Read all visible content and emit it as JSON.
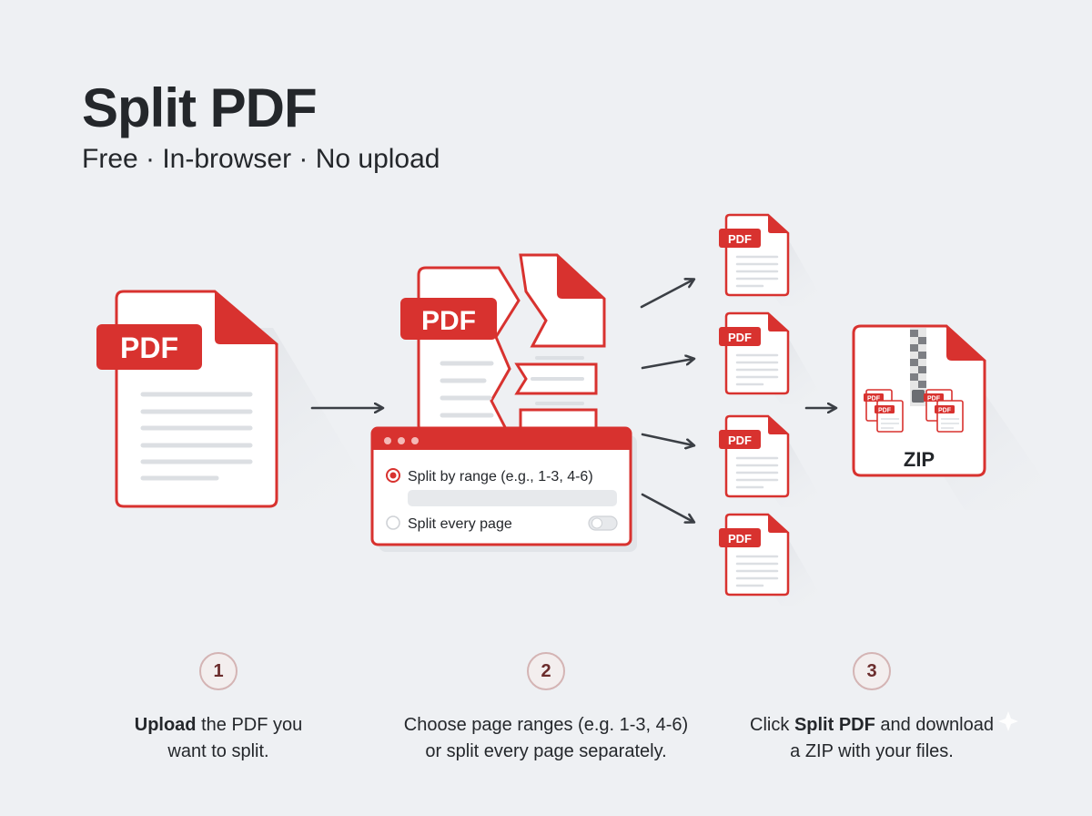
{
  "header": {
    "title": "Split PDF",
    "subtitle": "Free · In-browser · No upload"
  },
  "badges": {
    "pdf": "PDF",
    "zip": "ZIP"
  },
  "options_panel": {
    "option_range_label": "Split by range (e.g., 1-3, 4-6)",
    "option_every_label": "Split every page",
    "range_input_value": ""
  },
  "steps": [
    {
      "number": "1",
      "bold": "Upload",
      "text_before": "",
      "text_after": " the PDF you",
      "line2": "want to split."
    },
    {
      "number": "2",
      "bold": "",
      "text_before": "Choose page ranges (e.g. 1-3, 4-6)",
      "text_after": "",
      "line2": "or split every page separately."
    },
    {
      "number": "3",
      "bold": "Split PDF",
      "text_before": "Click ",
      "text_after": " and download",
      "line2": "a ZIP with your files."
    }
  ],
  "colors": {
    "accent": "#d8322f",
    "background": "#eef0f3",
    "text": "#24272b",
    "line": "#dcdfe3"
  }
}
